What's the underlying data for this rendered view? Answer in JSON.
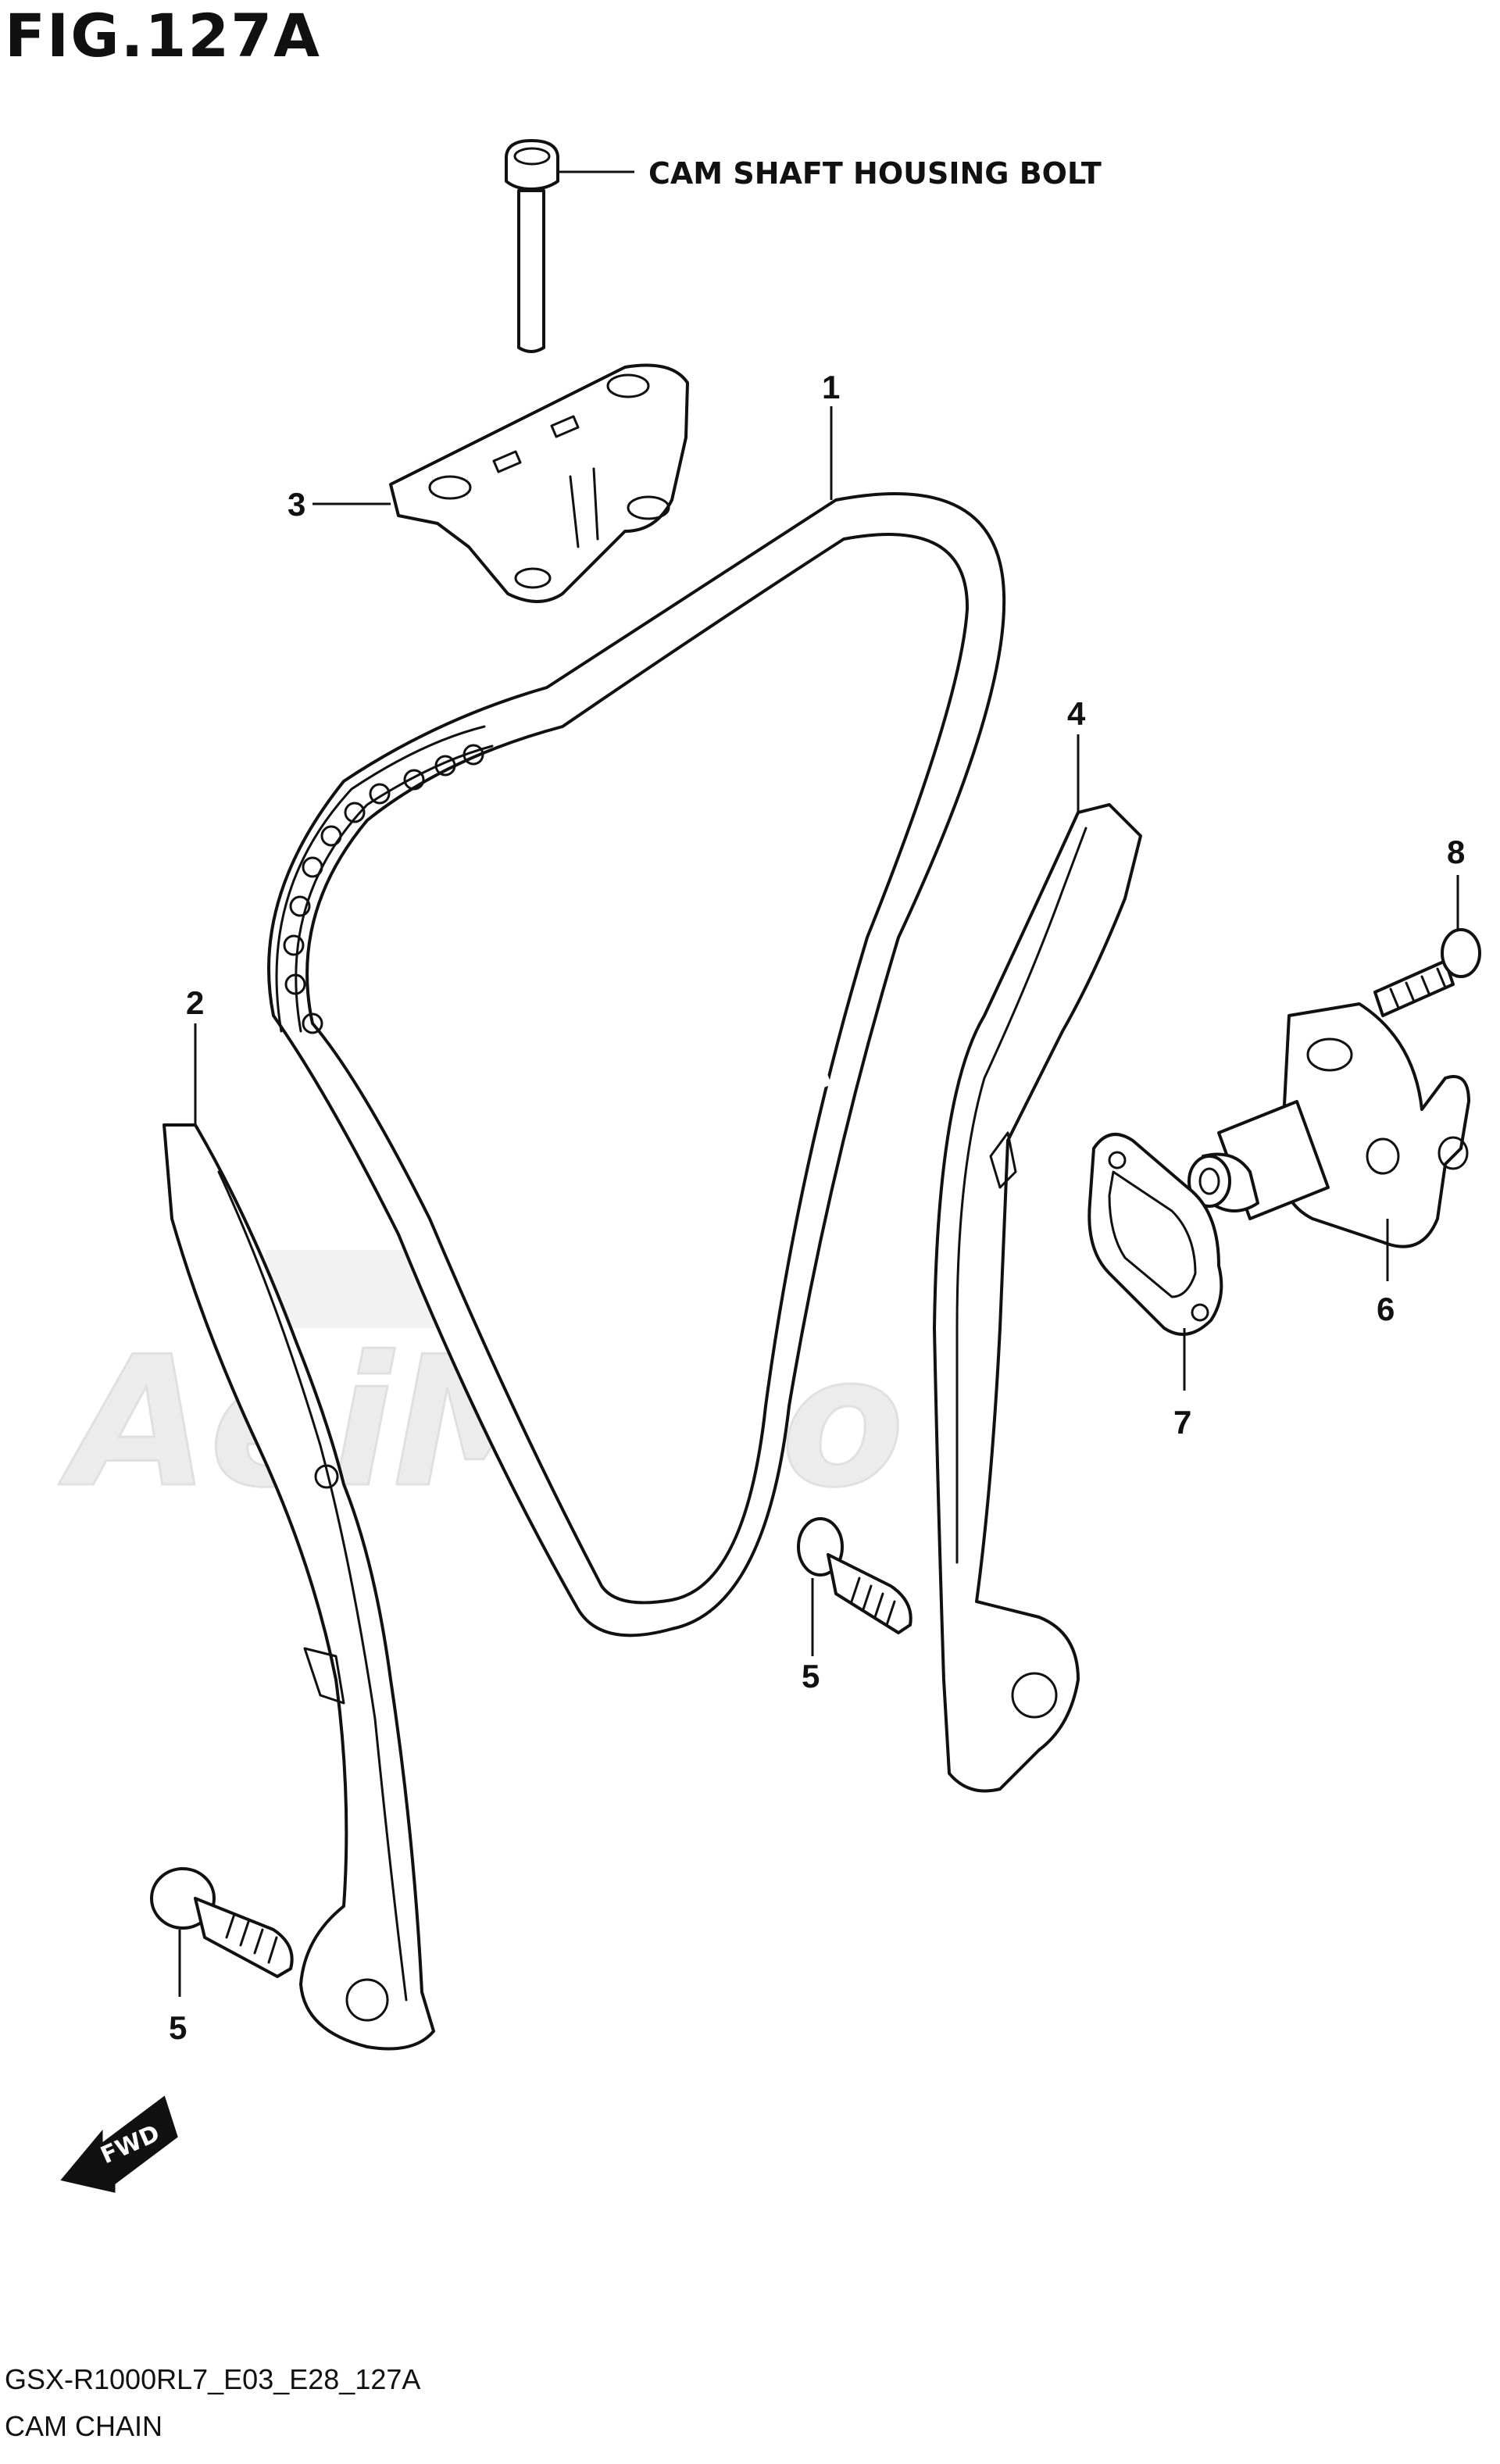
{
  "figure": {
    "title": "FIG.127A",
    "code": "GSX-R1000RL7_E03_E28_127A",
    "name": "CAM CHAIN"
  },
  "watermark": "AeiMoto",
  "callouts": {
    "cam_shaft_housing_bolt": "CAM SHAFT HOUSING BOLT",
    "p1": "1",
    "p2": "2",
    "p3": "3",
    "p4": "4",
    "p5a": "5",
    "p5b": "5",
    "p6": "6",
    "p7": "7",
    "p8": "8"
  },
  "fwd_label": "FWD",
  "colors": {
    "line": "#111111",
    "watermark": "#e6e6e6"
  }
}
